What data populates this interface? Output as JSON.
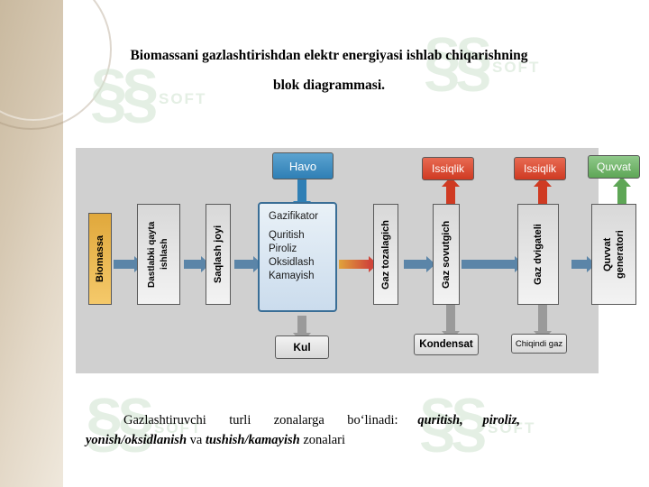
{
  "title": {
    "line1": "Biomassani gazlashtirishdan elektr energiyasi ishlab chiqarishning",
    "line2": "blok diagrammasi."
  },
  "watermarks": {
    "mark": "§§",
    "text": "SOFT"
  },
  "diagram": {
    "boxes": {
      "biomassa": "Biomassa",
      "dastlabki": "Dastlabki qayta\nishlash",
      "saqlash": "Saqlash joyi",
      "havo": "Havo",
      "gazifikator_title": "Gazifikator",
      "gazifikator_l1": "Quritish",
      "gazifikator_l2": "Piroliz",
      "gazifikator_l3": "Oksidlash",
      "gazifikator_l4": "Kamayish",
      "kul": "Kul",
      "gaz_tozalagich": "Gaz tozalagich",
      "gaz_sovutgich": "Gaz sovutgich",
      "issiqlik1": "Issiqlik",
      "kondensat": "Kondensat",
      "gaz_dvigateli": "Gaz dvigateli",
      "issiqlik2": "Issiqlik",
      "chiqindi_gaz": "Chiqindi gaz",
      "quvvat_generatori": "Quvvat\ngeneratori",
      "quvvat": "Quvvat"
    },
    "colors": {
      "biomassa": "#e0a83c",
      "havo": "#2f7fb5",
      "issiqlik": "#cf3a22",
      "quvvat": "#5ea656",
      "flow_arrow": "#5b85a8",
      "waste_arrow": "#9a9a9a"
    }
  },
  "paragraph": {
    "p1": "Gazlashtiruvchi",
    "p2": "turli",
    "p3": "zonalarga",
    "p4": "bo‘linadi:",
    "em1": "quritish",
    "sep1": ",",
    "em2": "piroliz",
    "sep2": ",",
    "em3": "yonish/oksidlanish",
    "mid": " va ",
    "em4": "tushish/kamayish",
    "tail": " zonalari"
  }
}
